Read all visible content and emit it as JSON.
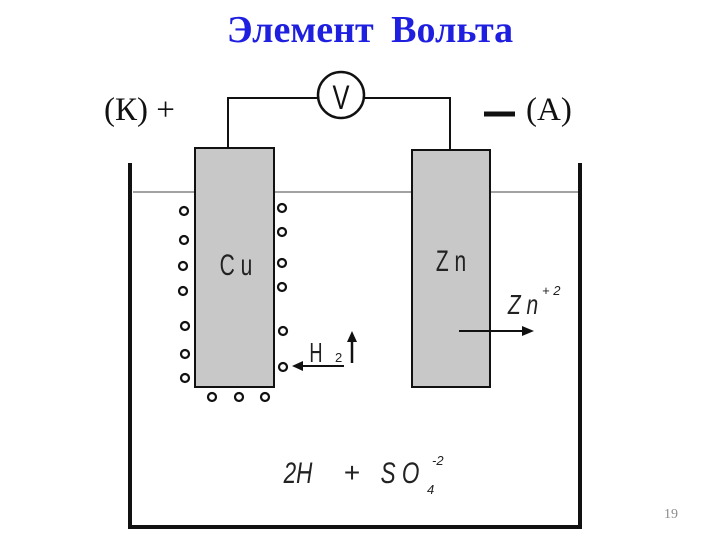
{
  "title": "Элемент  Вольта",
  "cathode_label": "(К) +",
  "anode_label": "(А)",
  "voltmeter_symbol": "V",
  "copper_electrode": {
    "label": "C u"
  },
  "zinc_electrode": {
    "label": "Z n"
  },
  "hydrogen": {
    "symbol": "H",
    "subscript": "2"
  },
  "zinc_ion": {
    "symbol": "Z n",
    "charge": "+ 2"
  },
  "electrolyte": {
    "hydrogen_part": "2H",
    "plus": "+",
    "sulfate_part": "S O",
    "sulfate_subscript": "4",
    "sulfate_charge": "-2"
  },
  "page_number": "19",
  "colors": {
    "title": "#1f1fe0",
    "electrode_fill": "#c8c8c8",
    "stroke": "#111111"
  }
}
